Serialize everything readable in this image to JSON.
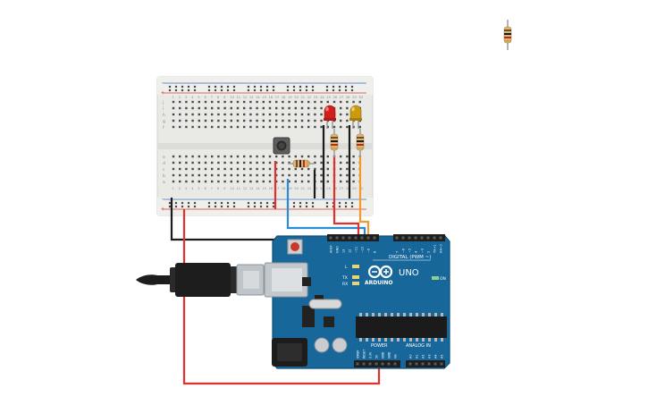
{
  "palette": {
    "breadboard": "#e9e9e6",
    "board": "#17679a",
    "board_dark": "#0f4f77",
    "wire_red": "#e0322d",
    "wire_black": "#1b1b1b",
    "wire_blue": "#2a8bd6",
    "wire_orange": "#f29a2e",
    "led_red": "#d0201c",
    "led_yellow": "#c99a12",
    "usb_plug": "#1d1d1d",
    "usb_metal": "#bfc4c9"
  },
  "arduino": {
    "brand": "ARDUINO",
    "model": "UNO",
    "digital_label": "DIGITAL (PWM ~)",
    "power_label": "POWER",
    "analog_label": "ANALOG IN",
    "on_label": "ON",
    "tx_label": "TX",
    "rx_label": "RX",
    "l_label": "L",
    "top_pins": [
      "AREF",
      "GND",
      "13",
      "12",
      "~11",
      "~10",
      "~9",
      "8",
      "7",
      "~6",
      "~5",
      "4",
      "~3",
      "2",
      "TX→1",
      "RX←0"
    ],
    "power_pins": [
      "IOREF",
      "RESET",
      "3.3V",
      "5V",
      "GND",
      "GND",
      "Vin"
    ],
    "analog_pins": [
      "A0",
      "A1",
      "A2",
      "A3",
      "A4",
      "A5"
    ]
  },
  "breadboard": {
    "row_letters_top": [
      "j",
      "i",
      "h",
      "g",
      "f"
    ],
    "row_letters_bottom": [
      "e",
      "d",
      "c",
      "b",
      "a"
    ],
    "col_numbers": [
      "1",
      "2",
      "3",
      "4",
      "5",
      "6",
      "7",
      "8",
      "9",
      "10",
      "11",
      "12",
      "13",
      "14",
      "15",
      "16",
      "17",
      "18",
      "19",
      "20",
      "21",
      "22",
      "23",
      "24",
      "25",
      "26",
      "27",
      "28",
      "29",
      "30"
    ],
    "rail_plus": "+",
    "rail_minus": "-"
  },
  "icons": {
    "usb": "usb-cable-icon",
    "resistor": "resistor-icon",
    "led": "led-icon",
    "button": "pushbutton-icon"
  }
}
